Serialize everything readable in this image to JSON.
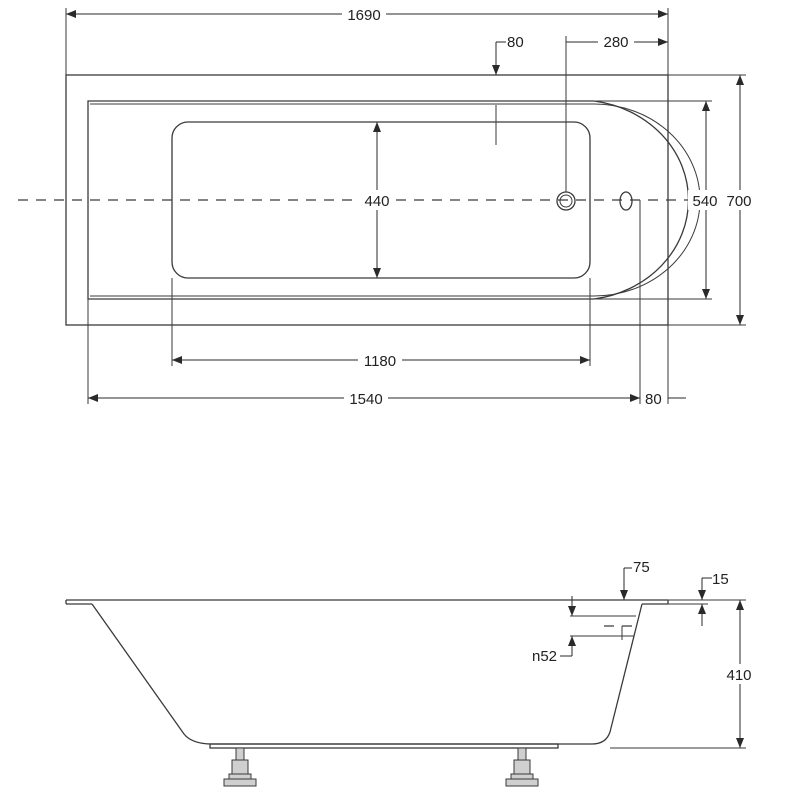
{
  "top_view": {
    "overall_length": "1690",
    "overall_width": "700",
    "inner_length": "1540",
    "inner_width": "540",
    "bottom_length": "1180",
    "bottom_width": "440",
    "drain_offset": "280",
    "rim_offset": "80",
    "rim_end": "80"
  },
  "side_view": {
    "rim_step": "75",
    "rim_thickness": "15",
    "height": "410",
    "overflow": "n52"
  },
  "colors": {
    "line": "#3a3a3a",
    "background": "#ffffff"
  }
}
